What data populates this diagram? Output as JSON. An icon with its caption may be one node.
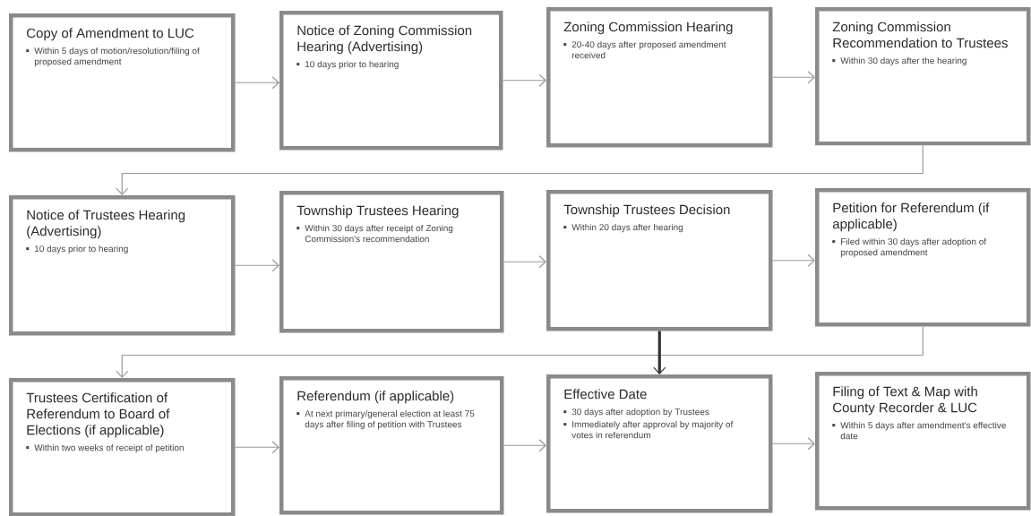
{
  "diagram": {
    "nodes": [
      {
        "text": [
          "Copy of Amendment to LUC",
          "Within 5 days of motion/resolution/filing of proposed amendment"
        ]
      },
      {
        "text": [
          "Notice of Zoning Commission Hearing (Advertising)",
          "10 days prior to hearing"
        ]
      },
      {
        "text": [
          "Zoning Commission Hearing",
          "20-40 days after proposed amendment received"
        ]
      },
      {
        "text": [
          "Zoning Commission Recommendation to Trustees",
          "Within 30 days after the hearing"
        ]
      },
      {
        "text": [
          "Notice of Trustees Hearing (Advertising)",
          "10 days prior to hearing"
        ]
      },
      {
        "text": [
          "Township Trustees Hearing",
          "Within 30 days after receipt of Zoning Commission's recommendation"
        ]
      },
      {
        "text": [
          "Township Trustees Decision",
          "Within 20 days after hearing"
        ]
      },
      {
        "text": [
          "Petition for Referendum (if applicable)",
          "Filed within 30 days after adoption of proposed amendment"
        ]
      },
      {
        "text": [
          "Trustees Certification of Referendum to Board of Elections (if applicable)",
          "Within two weeks of receipt of petition"
        ]
      },
      {
        "text": [
          "Referendum (if applicable)",
          "At next primary/general election at least 75 days after filing of petition with Trustees"
        ]
      },
      {
        "text": [
          "Effective Date",
          "30 days after adoption by Trustees",
          "Immediately after approval by majority of votes in referendum"
        ]
      },
      {
        "text": [
          "Filing of Text & Map with County Recorder & LUC",
          "Within 5 days after amendment's effective date"
        ]
      }
    ],
    "edges": [
      {
        "from": 0,
        "to": 1,
        "arrow": "to"
      },
      {
        "from": 1,
        "to": 2,
        "arrow": "to"
      },
      {
        "from": 2,
        "to": 3,
        "arrow": "to"
      },
      {
        "from": 3,
        "to": 4,
        "arrow": "to"
      },
      {
        "from": 4,
        "to": 5,
        "arrow": "to"
      },
      {
        "from": 5,
        "to": 6,
        "arrow": "to"
      },
      {
        "from": 6,
        "to": 7,
        "arrow": "to"
      },
      {
        "from": 7,
        "to": 8,
        "arrow": "to"
      },
      {
        "from": 8,
        "to": 9,
        "arrow": "to"
      },
      {
        "from": 9,
        "to": 10,
        "arrow": "to"
      },
      {
        "from": 10,
        "to": 11,
        "arrow": "to"
      },
      {
        "from": 6,
        "to": 10,
        "arrow": "to",
        "style": "thick",
        "color": "#333333"
      }
    ]
  }
}
